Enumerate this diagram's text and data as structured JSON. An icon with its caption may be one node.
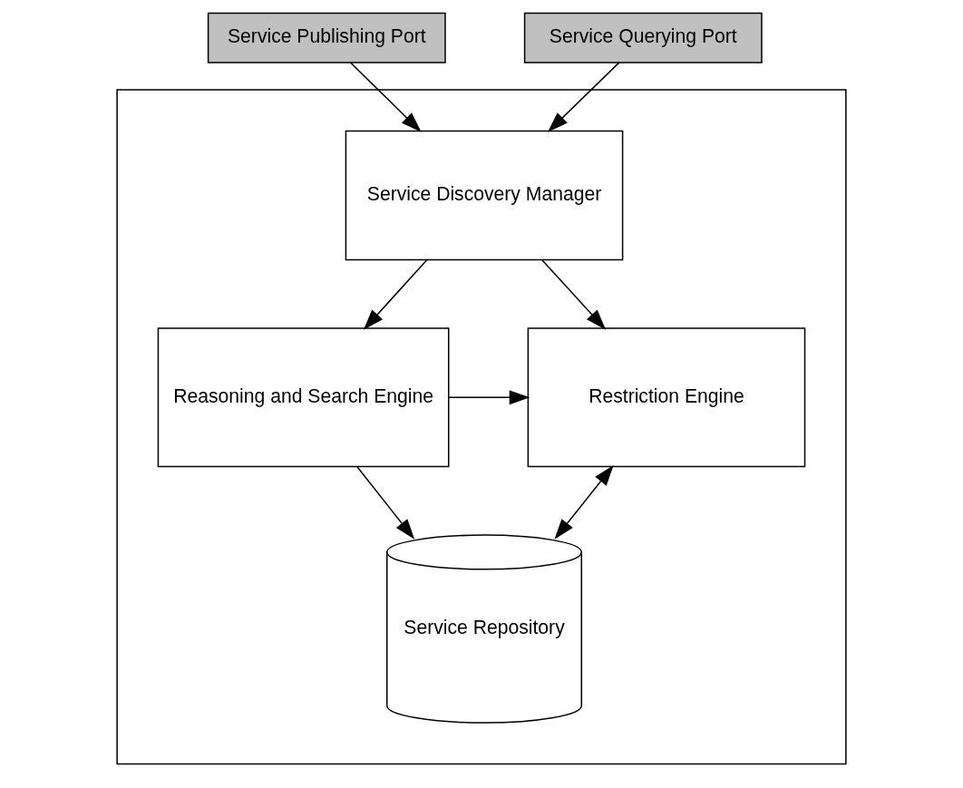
{
  "diagram": {
    "nodes": [
      {
        "text": [],
        "shape": "box"
      },
      {
        "text": [
          "Service Publishing Port"
        ]
      },
      {
        "text": [
          "Service Querying Port"
        ]
      },
      {
        "text": [
          "Service Discovery Manager"
        ],
        "in": 0
      },
      {
        "text": [
          "Reasoning and Search Engine"
        ],
        "in": 0
      },
      {
        "text": [
          "Restriction Engine"
        ],
        "in": 0
      },
      {
        "text": [
          "Service Repository"
        ],
        "in": 0
      }
    ],
    "edges": [
      {
        "from": 1,
        "to": 3,
        "arrow": "to"
      },
      {
        "from": 2,
        "to": 3,
        "arrow": "to"
      },
      {
        "from": 3,
        "to": 4,
        "arrow": "to"
      },
      {
        "from": 3,
        "to": 5,
        "arrow": "to"
      },
      {
        "from": 4,
        "to": 5,
        "arrow": "to"
      },
      {
        "from": 4,
        "to": 6,
        "arrow": "to"
      },
      {
        "from": 5,
        "to": 6,
        "arrow": "both"
      }
    ]
  }
}
